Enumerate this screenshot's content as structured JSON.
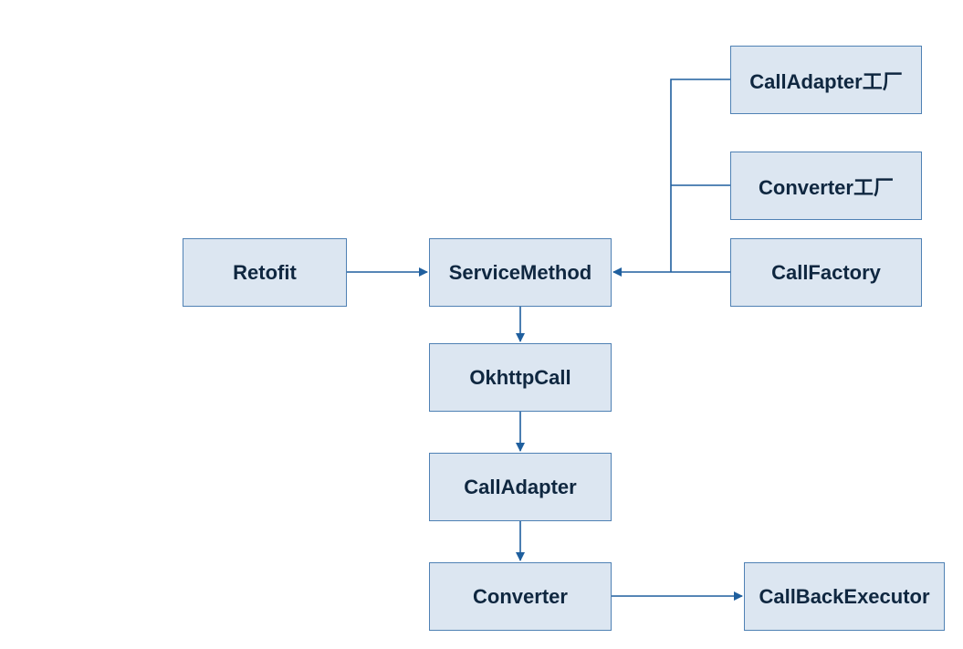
{
  "diagram": {
    "nodes": {
      "retofit": "Retofit",
      "service_method": "ServiceMethod",
      "okhttp_call": "OkhttpCall",
      "call_adapter": "CallAdapter",
      "converter": "Converter",
      "callback_executor": "CallBackExecutor",
      "call_adapter_factory": "CallAdapter工厂",
      "converter_factory": "Converter工厂",
      "call_factory": "CallFactory"
    },
    "colors": {
      "node_fill": "#dce6f1",
      "node_border": "#4f81b4",
      "arrow": "#1f5f9e",
      "text": "#0f2740"
    }
  }
}
